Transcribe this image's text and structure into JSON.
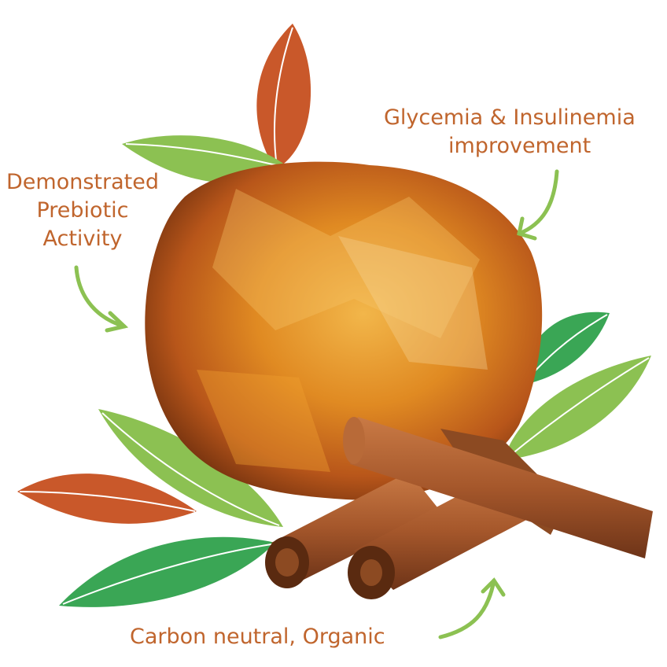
{
  "labels": {
    "prebiotic": [
      "Demonstrated",
      "Prebiotic",
      "Activity"
    ],
    "glycemia": [
      "Glycemia & Insulinemia",
      "improvement"
    ],
    "carbon": "Carbon neutral, Organic"
  },
  "colors": {
    "text": "#c0652d",
    "arrow": "#8cc152",
    "leaf_green": "#3aa655",
    "leaf_light_green": "#8cc152",
    "leaf_orange": "#c9582a",
    "amber": "#d9791c",
    "cinnamon": "#a0552a"
  }
}
